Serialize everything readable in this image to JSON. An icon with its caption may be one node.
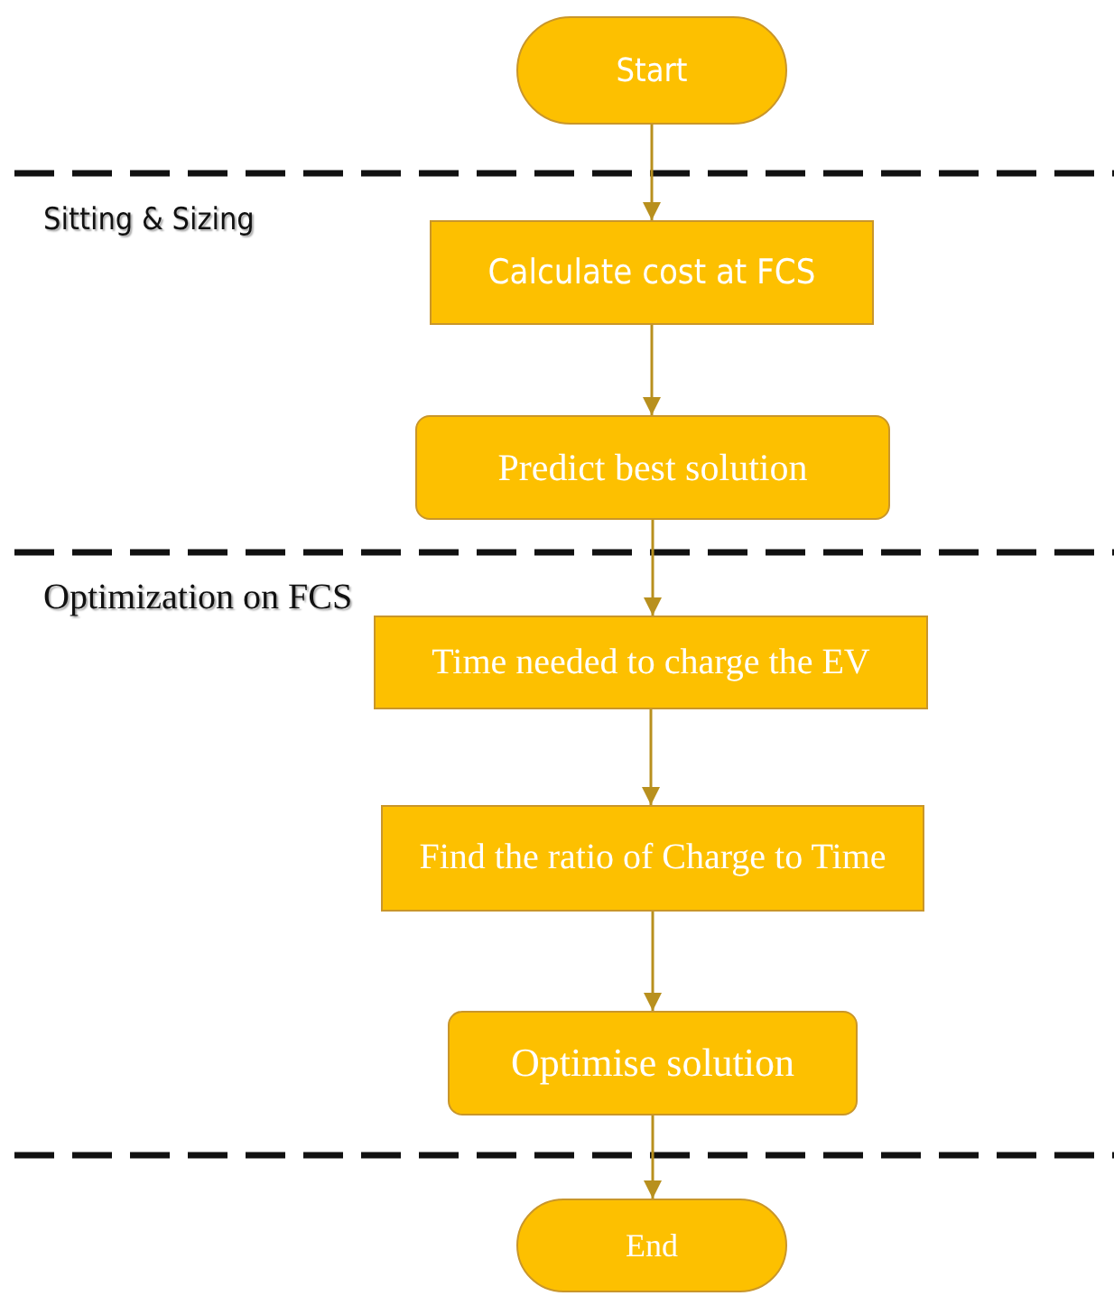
{
  "diagram": {
    "nodes": [
      {
        "text": [
          "Start"
        ]
      },
      {
        "text": [
          "Calculate cost at FCS"
        ]
      },
      {
        "text": [
          "Predict best solution"
        ]
      },
      {
        "text": [
          "Time needed to charge the EV"
        ]
      },
      {
        "text": [
          "Find the ratio of Charge to Time"
        ]
      },
      {
        "text": [
          "Optimise solution"
        ]
      },
      {
        "text": [
          "End"
        ]
      }
    ],
    "edges": [
      {
        "from": 0,
        "to": 1,
        "arrow": "to"
      },
      {
        "from": 1,
        "to": 2,
        "arrow": "to"
      },
      {
        "from": 2,
        "to": 3,
        "arrow": "to"
      },
      {
        "from": 3,
        "to": 4,
        "arrow": "to"
      },
      {
        "from": 4,
        "to": 5,
        "arrow": "to"
      },
      {
        "from": 5,
        "to": 6,
        "arrow": "to"
      }
    ],
    "labels": [
      "Sitting & Sizing",
      "Optimization on FCS"
    ]
  }
}
